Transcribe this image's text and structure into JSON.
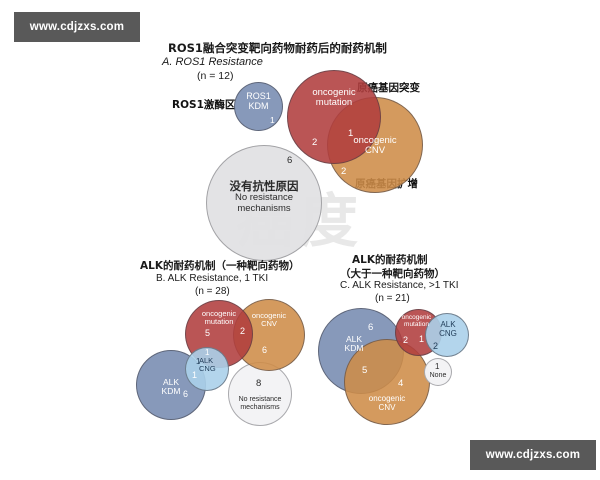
{
  "watermarks": {
    "top": "www.cdjzxs.com",
    "bottom": "www.cdjzxs.com",
    "ghost": "癌度"
  },
  "panels": {
    "a": {
      "cn_title": "ROS1融合突变靶向药物耐药后的耐药机制",
      "en_title": "A.  ROS1 Resistance",
      "n_label": "(n = 12)",
      "annotations": {
        "ros1_kinase": "ROS1激酶区",
        "oncogene_mutation": "原癌基因突变",
        "oncogene_amplification": "原癌基因扩增"
      },
      "sets": [
        {
          "key": "ros1_kdm",
          "label": "ROS1\nKDM",
          "value": "1",
          "color": "#768bb0"
        },
        {
          "key": "onc_mut",
          "label": "oncogenic\nmutation",
          "value": "2",
          "color": "#b03e3d"
        },
        {
          "key": "onc_cnv",
          "label": "oncogenic\nCNV",
          "value": "2",
          "color": "#ce8c48"
        },
        {
          "key": "none",
          "label": "没有抗性原因\nNo resistance\nmechanisms",
          "value": "6",
          "color": "#e2e2e4"
        }
      ],
      "overlaps": [
        {
          "key": "mut_cnv",
          "value": "1"
        }
      ]
    },
    "b": {
      "cn_title": "ALK的耐药机制（一种靶向药物）",
      "en_title": "B. ALK Resistance, 1 TKI",
      "n_label": "(n = 28)",
      "sets": [
        {
          "key": "onc_mut",
          "label": "oncogenic\nmutation",
          "value": "5",
          "color": "#b03e3d"
        },
        {
          "key": "onc_cnv",
          "label": "oncogenic\nCNV",
          "value": "6",
          "color": "#ce8c48"
        },
        {
          "key": "alk_kdm",
          "label": "ALK\nKDM",
          "value": "6",
          "color": "#768bb0"
        },
        {
          "key": "alk_cng",
          "label": "ALK\nCNG",
          "value": "1",
          "color": "#abd0ea"
        },
        {
          "key": "none",
          "label": "No resistance\nmechanisms",
          "value": "8",
          "color": "#f0f0f2"
        }
      ],
      "overlaps": [
        {
          "key": "mut_cnv",
          "value": "2"
        },
        {
          "key": "mut_cng",
          "value": "1"
        },
        {
          "key": "kdm_cng",
          "value": "1"
        }
      ]
    },
    "c": {
      "cn_title_line1": "ALK的耐药机制",
      "cn_title_line2": "（大于一种靶向药物）",
      "en_title": "C. ALK Resistance, >1 TKI",
      "n_label": "(n = 21)",
      "sets": [
        {
          "key": "alk_kdm",
          "label": "ALK\nKDM",
          "value": "6",
          "color": "#768bb0"
        },
        {
          "key": "onc_cnv",
          "label": "oncogenic\nCNV",
          "value": "4",
          "color": "#ce8c48"
        },
        {
          "key": "onc_mut",
          "label": "oncogenic\nmutation",
          "value": "2",
          "color": "#b03e3d"
        },
        {
          "key": "alk_cng",
          "label": "ALK\nCNG",
          "value": "2",
          "color": "#abd0ea"
        },
        {
          "key": "none",
          "label": "None",
          "value": "1",
          "color": "#f0f0f2"
        }
      ],
      "overlaps": [
        {
          "key": "kdm_cnv",
          "value": "5"
        },
        {
          "key": "mut_cng",
          "value": "1"
        }
      ]
    }
  }
}
